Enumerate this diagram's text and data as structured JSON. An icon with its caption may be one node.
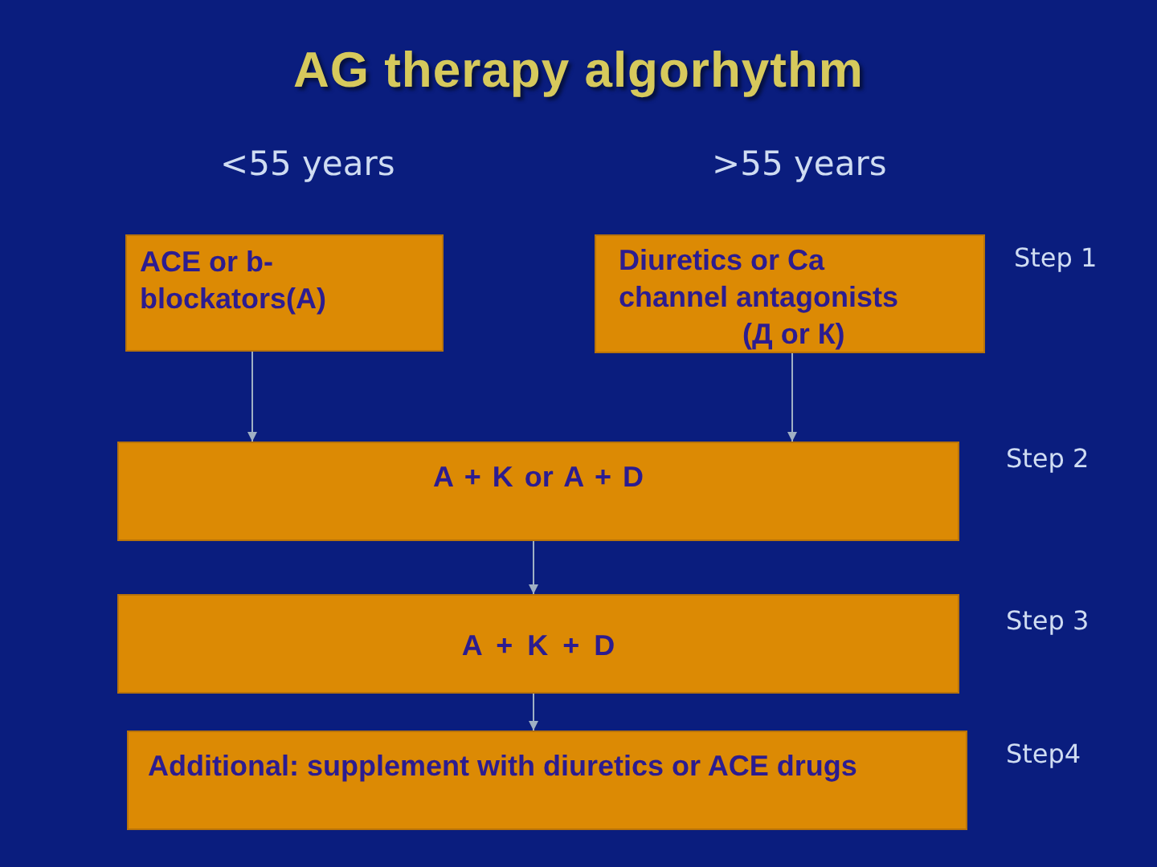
{
  "diagram": {
    "title": "AG therapy algorhythm",
    "nodes": [
      {
        "text": [
          "ACE or b- blockators(A)"
        ]
      },
      {
        "text": [
          "Diuretics or Ca channel antagonists",
          "(Д or К)"
        ],
        "beside": [
          "Step 1"
        ]
      },
      {
        "text": [
          "A + K or A + D"
        ],
        "beside": [
          "Step 2"
        ]
      },
      {
        "text": [
          "A + K + D"
        ],
        "beside": [
          "Step 3"
        ]
      },
      {
        "text": [
          "Additional: supplement with diuretics or ACE drugs"
        ],
        "beside": [
          "Step4"
        ]
      }
    ],
    "edges": [
      {
        "from": 0,
        "to": 2,
        "arrow": "to"
      },
      {
        "from": 1,
        "to": 2,
        "arrow": "to"
      },
      {
        "from": 2,
        "to": 3,
        "arrow": "to"
      },
      {
        "from": 3,
        "to": 4,
        "arrow": "to"
      }
    ],
    "labels": [
      "<55 years",
      ">55 years"
    ]
  }
}
